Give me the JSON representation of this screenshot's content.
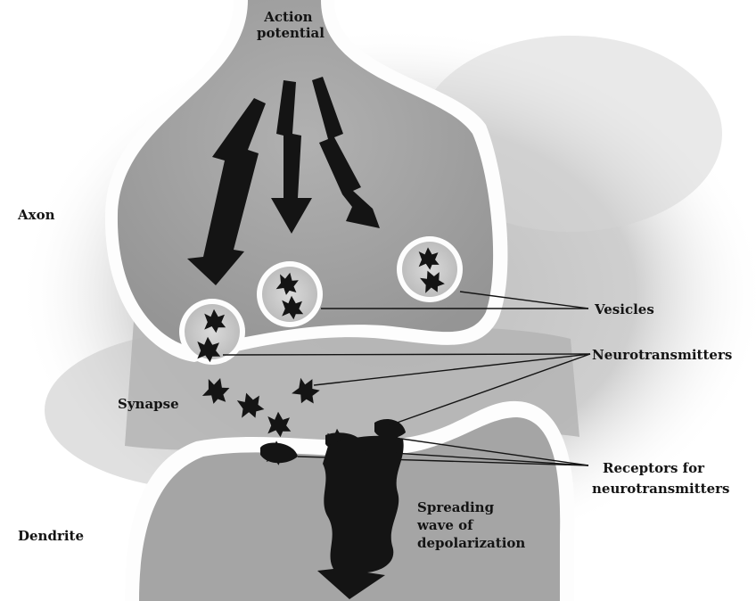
{
  "labels": {
    "action_potential": [
      "Action",
      "potential"
    ],
    "axon": "Axon",
    "vesicles": "Vesicles",
    "neurotransmitters": "Neurotransmitters",
    "synapse": "Synapse",
    "receptors": [
      "Receptors for",
      "neurotransmitters"
    ],
    "spreading_wave": [
      "Spreading",
      "wave of",
      "depolarization"
    ],
    "dendrite": "Dendrite"
  },
  "colors": {
    "background": "#ffffff",
    "haze": "#c9c9c9",
    "membrane": "#fdfdfd",
    "interior": "#a3a3a3",
    "cleft": "#b4b4b4",
    "ink": "#141414"
  }
}
